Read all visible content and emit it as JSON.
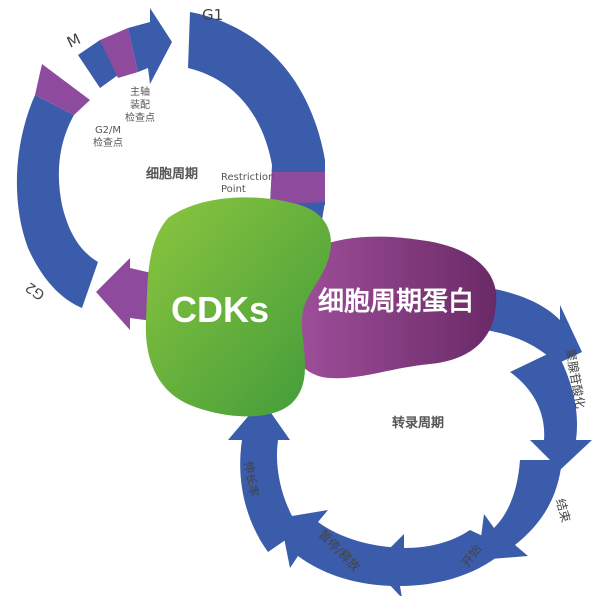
{
  "cell_cycle": {
    "title": "细胞周期",
    "phases": {
      "g1": "G1",
      "m": "M",
      "g2": "G2"
    },
    "spindle_checkpoint": [
      "主轴",
      "装配",
      "检查点"
    ],
    "g2m_checkpoint": [
      "G2/M",
      "检查点"
    ],
    "restriction_point": [
      "Restriction",
      "Point"
    ]
  },
  "center": {
    "cdks": "CDKs",
    "cyclin": "细胞周期蛋白"
  },
  "transcription_cycle": {
    "title": "转录周期",
    "steps": {
      "ser5": "聚腺苷酸化",
      "end": "结束",
      "start": "开始",
      "pause_release": "暂停/释放",
      "elongation": "伸长率"
    }
  },
  "colors": {
    "arrow_blue": "#3b5cab",
    "checkpoint_purple": "#8e4a9c",
    "cdk_green": "#6cb33f",
    "cyclin_purple": "#7b3277",
    "label_gray": "#555555"
  }
}
